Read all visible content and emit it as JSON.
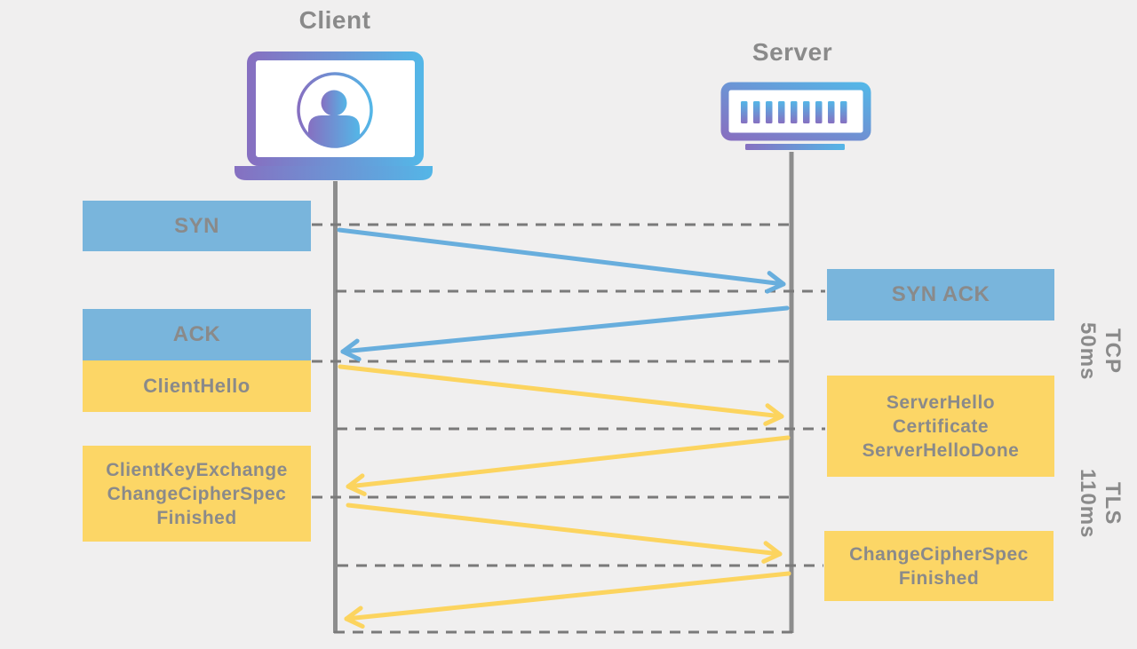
{
  "actors": {
    "client": {
      "label": "Client",
      "icon": "laptop-user-icon"
    },
    "server": {
      "label": "Server",
      "icon": "server-rack-icon"
    }
  },
  "client_messages": [
    {
      "protocol": "TCP",
      "lines": [
        "SYN"
      ]
    },
    {
      "protocol": "TCP",
      "lines": [
        "ACK"
      ]
    },
    {
      "protocol": "TLS",
      "lines": [
        "ClientHello"
      ]
    },
    {
      "protocol": "TLS",
      "lines": [
        "ClientKeyExchange",
        "ChangeCipherSpec",
        "Finished"
      ]
    }
  ],
  "server_messages": [
    {
      "protocol": "TCP",
      "lines": [
        "SYN ACK"
      ]
    },
    {
      "protocol": "TLS",
      "lines": [
        "ServerHello",
        "Certificate",
        "ServerHelloDone"
      ]
    },
    {
      "protocol": "TLS",
      "lines": [
        "ChangeCipherSpec",
        "Finished"
      ]
    }
  ],
  "phases": [
    {
      "protocol": "TCP",
      "duration": "50ms"
    },
    {
      "protocol": "TLS",
      "duration": "110ms"
    }
  ],
  "theme": {
    "background": "#f0efef",
    "tcp_box": "#79b5dc",
    "tls_box": "#fcd666",
    "label_text": "#8a8a8a",
    "tcp_arrow": "#68aedd",
    "tls_arrow": "#fcd45f",
    "lifeline": "#8d8d8d",
    "dash_line": "#7a7a7a",
    "gradient_purple": "#8670c1",
    "gradient_blue": "#54b6e7"
  }
}
